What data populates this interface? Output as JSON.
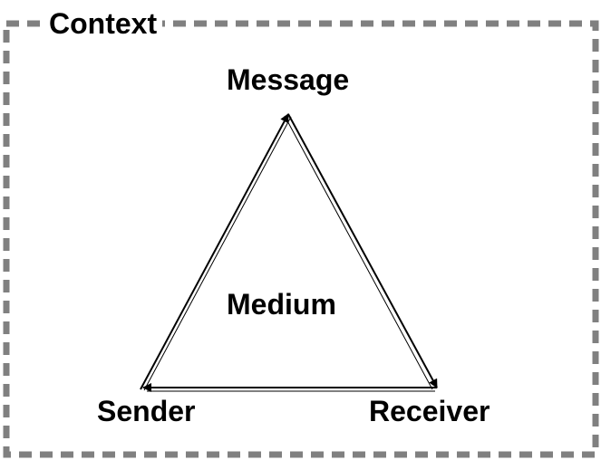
{
  "diagram": {
    "context": "Context",
    "message": "Message",
    "medium": "Medium",
    "sender": "Sender",
    "receiver": "Receiver"
  },
  "colors": {
    "frame": "#808080",
    "lines": "#000000",
    "background": "#ffffff"
  }
}
